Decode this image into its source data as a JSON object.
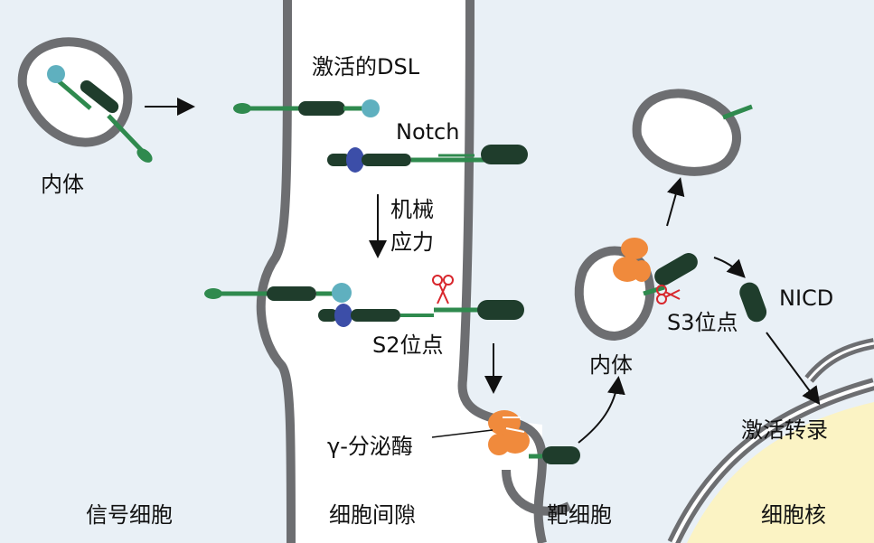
{
  "labels": {
    "endosome_left": "内体",
    "activated_dsl": "激活的DSL",
    "notch": "Notch",
    "mechanical_force_line1": "机械",
    "mechanical_force_line2": "应力",
    "s2_site": "S2位点",
    "gamma_secretase": "γ-分泌酶",
    "endosome_right": "内体",
    "s3_site": "S3位点",
    "nicd": "NICD",
    "activate_transcription": "激活转录"
  },
  "regions": {
    "signal_cell": "信号细胞",
    "intercellular_space": "细胞间隙",
    "target_cell": "靶细胞",
    "nucleus": "细胞核"
  },
  "colors": {
    "background_cell": "#e9f0f6",
    "cleft": "#ffffff",
    "membrane": "#6d6e71",
    "nucleus": "#fbf3c4",
    "dark_domain": "#1f3d2c",
    "green_stalk": "#2f8a4e",
    "dsl_head": "#5fb0bf",
    "blue_domain": "#3c4ea8",
    "secretase": "#f08a3c",
    "scissors": "#d8262c"
  },
  "icons": [
    "scissors-icon",
    "scissors-icon",
    "gamma-secretase-complex",
    "arrow"
  ]
}
